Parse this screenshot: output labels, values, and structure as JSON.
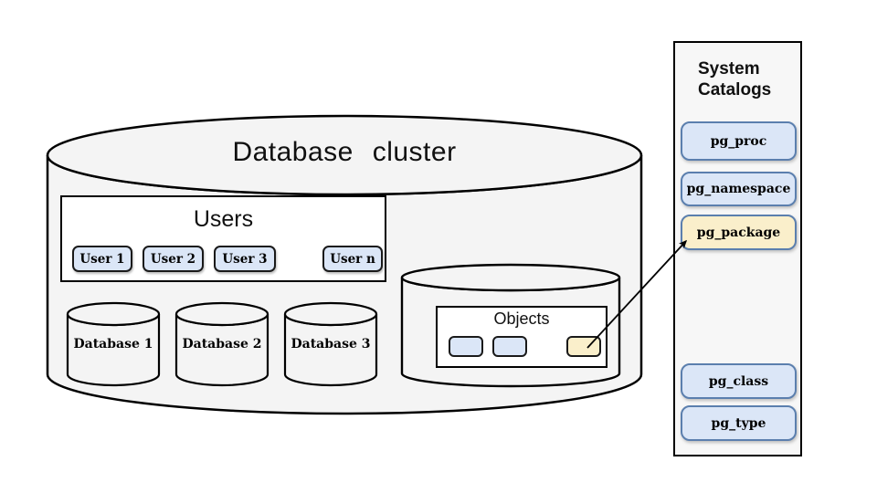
{
  "diagram": {
    "title": "Database cluster",
    "users": {
      "title": "Users",
      "items": [
        {
          "label": "User 1"
        },
        {
          "label": "User 2"
        },
        {
          "label": "User 3"
        },
        {
          "label": "User n"
        }
      ]
    },
    "databases": [
      {
        "label": "Database 1"
      },
      {
        "label": "Database 2"
      },
      {
        "label": "Database 3"
      }
    ],
    "objects": {
      "title": "Objects",
      "chips": [
        {
          "type": "object"
        },
        {
          "type": "object"
        },
        {
          "type": "package-object",
          "highlighted": true
        }
      ]
    },
    "catalogs": {
      "title": "System Catalogs",
      "items": [
        {
          "label": "pg_proc",
          "highlighted": false
        },
        {
          "label": "pg_namespace",
          "highlighted": false
        },
        {
          "label": "pg_package",
          "highlighted": true
        },
        {
          "label": "pg_class",
          "highlighted": false
        },
        {
          "label": "pg_type",
          "highlighted": false
        }
      ]
    },
    "relations": [
      {
        "from": "package-object",
        "to": "pg_package",
        "type": "arrow"
      }
    ],
    "colors": {
      "node_fill": "#dbe6f7",
      "node_border_blue": "#5b7fae",
      "node_border_dark": "#1a1a1a",
      "highlight_fill": "#faefcb",
      "cylinder_fill": "#f4f4f4",
      "panel_fill": "#f7f7f7",
      "outline": "#000000"
    }
  }
}
